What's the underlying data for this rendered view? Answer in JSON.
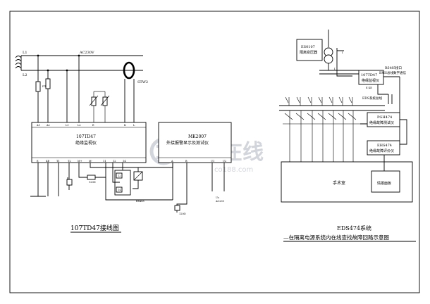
{
  "left_diagram": {
    "line_L1": "L1",
    "line_L2": "L2",
    "supply_label": "AC230V",
    "sensor_label": "STW2",
    "fuse_label": "F1",
    "monitor_title": "107TD47",
    "monitor_subtitle": "绝缘监视仪",
    "remote_title": "MK2007",
    "remote_subtitle": "外接报警显示及测试仪",
    "top_terminals": [
      "A1",
      "A2",
      "",
      "L1",
      "L2",
      "E",
      "",
      "K",
      "L"
    ],
    "bottom_terminals": [
      "E",
      "KE",
      "T1",
      "T2",
      "M+",
      "M-",
      "11",
      "12",
      "14"
    ],
    "remote_bottom_terminals": [
      "A",
      "B",
      "",
      "U1",
      "U2"
    ],
    "relay_label_12": "12",
    "relay_label_14": "14",
    "resistor_label_1": "120Ω",
    "resistor_label_2": "120Ω",
    "bus_label": "RS485",
    "supply_out_1": "Us",
    "supply_out_2": "AC230",
    "caption": "107TD47接线图"
  },
  "right_diagram": {
    "transformer_title": "ES0107",
    "transformer_subtitle": "隔离变压器",
    "current_marker": "I",
    "monitor_title": "107TD47",
    "monitor_subtitle": "绝缘监视仪",
    "monitor_terminal": "E KE",
    "bus_text_1": "RS485接口",
    "bus_text_2": "BMS总线数字通信",
    "eds_label": "EDS系统总线",
    "pgh_title": "PGH474",
    "pgh_subtitle": "绝缘故障测试仪",
    "ehs_title": "EHS474",
    "ehs_subtitle": "绝缘故障评价仪",
    "room_label": "手术室",
    "panel_label": "情报面板",
    "caption_1": "EDS474系统",
    "caption_2": "—在隔离电源系统内在线查找故障回路示意图"
  },
  "watermark": {
    "text": "土木在线",
    "subtext": "co188.com"
  }
}
